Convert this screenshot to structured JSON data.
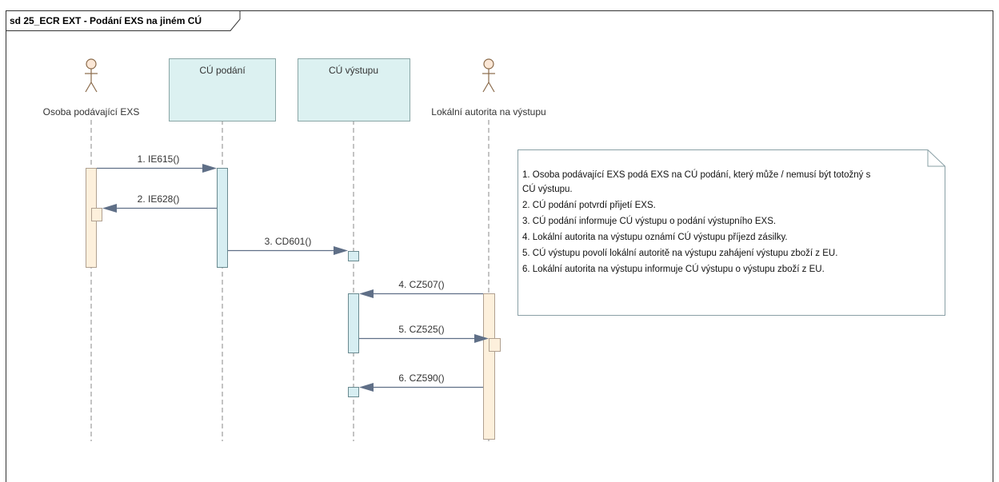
{
  "diagram": {
    "frame_title": "sd 25_ECR EXT - Podání EXS na jiném CÚ",
    "participants": [
      {
        "id": "osoba",
        "label": "Osoba podávající EXS",
        "kind": "actor"
      },
      {
        "id": "cu_podani",
        "label": "CÚ podání",
        "kind": "lifeline"
      },
      {
        "id": "cu_vystupu",
        "label": "CÚ výstupu",
        "kind": "lifeline"
      },
      {
        "id": "lokalni",
        "label": "Lokální autorita na výstupu",
        "kind": "actor"
      }
    ],
    "messages": [
      {
        "label": "1. IE615()",
        "from": "osoba",
        "to": "cu_podani"
      },
      {
        "label": "2. IE628()",
        "from": "cu_podani",
        "to": "osoba"
      },
      {
        "label": "3. CD601()",
        "from": "cu_podani",
        "to": "cu_vystupu"
      },
      {
        "label": "4. CZ507()",
        "from": "lokalni",
        "to": "cu_vystupu"
      },
      {
        "label": "5. CZ525()",
        "from": "cu_vystupu",
        "to": "lokalni"
      },
      {
        "label": "6. CZ590()",
        "from": "lokalni",
        "to": "cu_vystupu"
      }
    ],
    "note": {
      "lines": [
        "1. Osoba podávající EXS podá EXS na CÚ podání, který může / nemusí  být totožný  s",
        "CÚ výstupu.",
        "2. CÚ podání  potvrdí přijetí EXS.",
        "3. CÚ podání informuje CÚ výstupu o podání výstupního EXS.",
        "4. Lokální autorita na výstupu  oznámí CÚ výstupu příjezd zásilky.",
        "5. CÚ výstupu povolí lokální autoritě na výstupu zahájení výstupu zboží z EU.",
        "6. Lokální autorita na výstupu informuje CÚ výstupu o výstupu zboží z EU."
      ]
    },
    "colors": {
      "lifeline_box_fill": "#dcf1f1",
      "lifeline_box_stroke": "#8aa6a6",
      "actor_activation_fill": "#fdf0dc",
      "actor_activation_stroke": "#b0a090",
      "lifeline_activation_fill": "#d7eef2",
      "lifeline_activation_stroke": "#6a8a90",
      "note_fill": "#ffffff",
      "note_stroke": "#8aa0a6",
      "arrow": "#5f6f87",
      "actor_head_fill": "#fbe7d6",
      "actor_stroke": "#8a6a4a"
    }
  }
}
